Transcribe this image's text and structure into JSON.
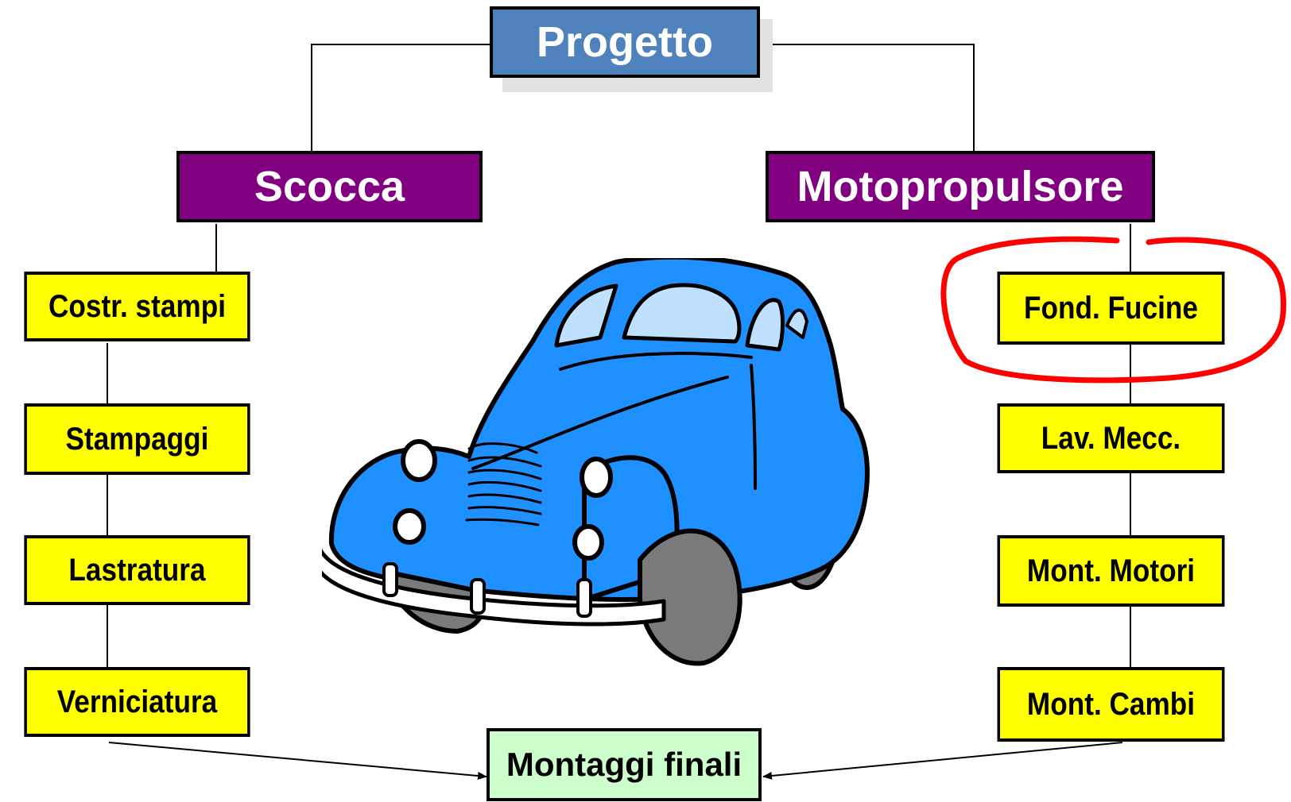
{
  "diagram": {
    "root": {
      "label": "Progetto",
      "color": "#4f81bd"
    },
    "branches": [
      {
        "label": "Scocca",
        "color": "#800080",
        "steps": [
          "Costr. stampi",
          "Stampaggi",
          "Lastratura",
          "Verniciatura"
        ]
      },
      {
        "label": "Motopropulsore",
        "color": "#800080",
        "steps": [
          "Fond. Fucine",
          "Lav. Mecc.",
          "Mont. Motori",
          "Mont. Cambi"
        ]
      }
    ],
    "final": {
      "label": "Montaggi finali",
      "color": "#ccffcc"
    },
    "step_color": "#ffff00",
    "highlight": {
      "target": "Fond. Fucine",
      "color": "#ff0000",
      "shape": "hand-drawn circle"
    }
  },
  "illustration": {
    "icon": "vintage-car-icon",
    "body_color": "#1e90ff",
    "window_color": "#bfe0ff"
  }
}
